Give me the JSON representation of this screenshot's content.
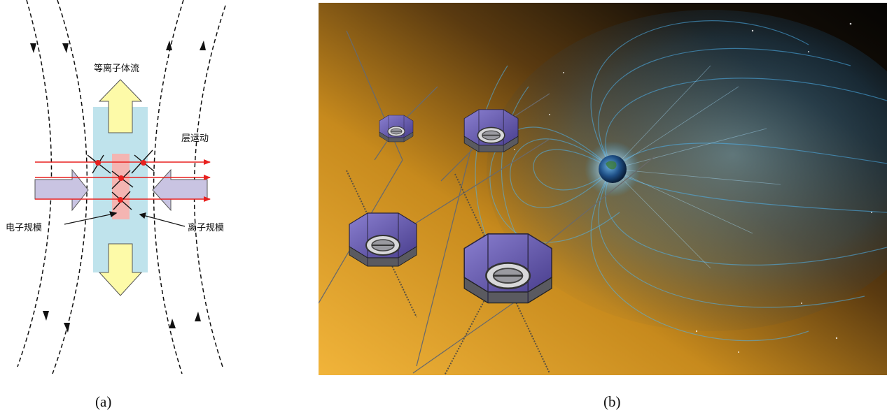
{
  "panel_a": {
    "labels": {
      "plasma_flow": "等离子体流",
      "layer_motion": "层运动",
      "electron_scale": "电子规模",
      "ion_scale": "离子规模"
    },
    "caption": "(a)",
    "colors": {
      "ion_region": "#bfe3ec",
      "electron_region": "#f4b5b2",
      "outflow_arrow": "#fdfaa8",
      "inflow_arrow": "#c9c4e2",
      "field_line_red": "#e8211f",
      "field_line_black": "#111111"
    }
  },
  "panel_b": {
    "caption": "(b)",
    "colors": {
      "space_gold": "#e9a626",
      "space_dark": "#0b0a08",
      "magnetosphere": "#3aa6e6",
      "panel_purple": "#6f63b4"
    }
  }
}
